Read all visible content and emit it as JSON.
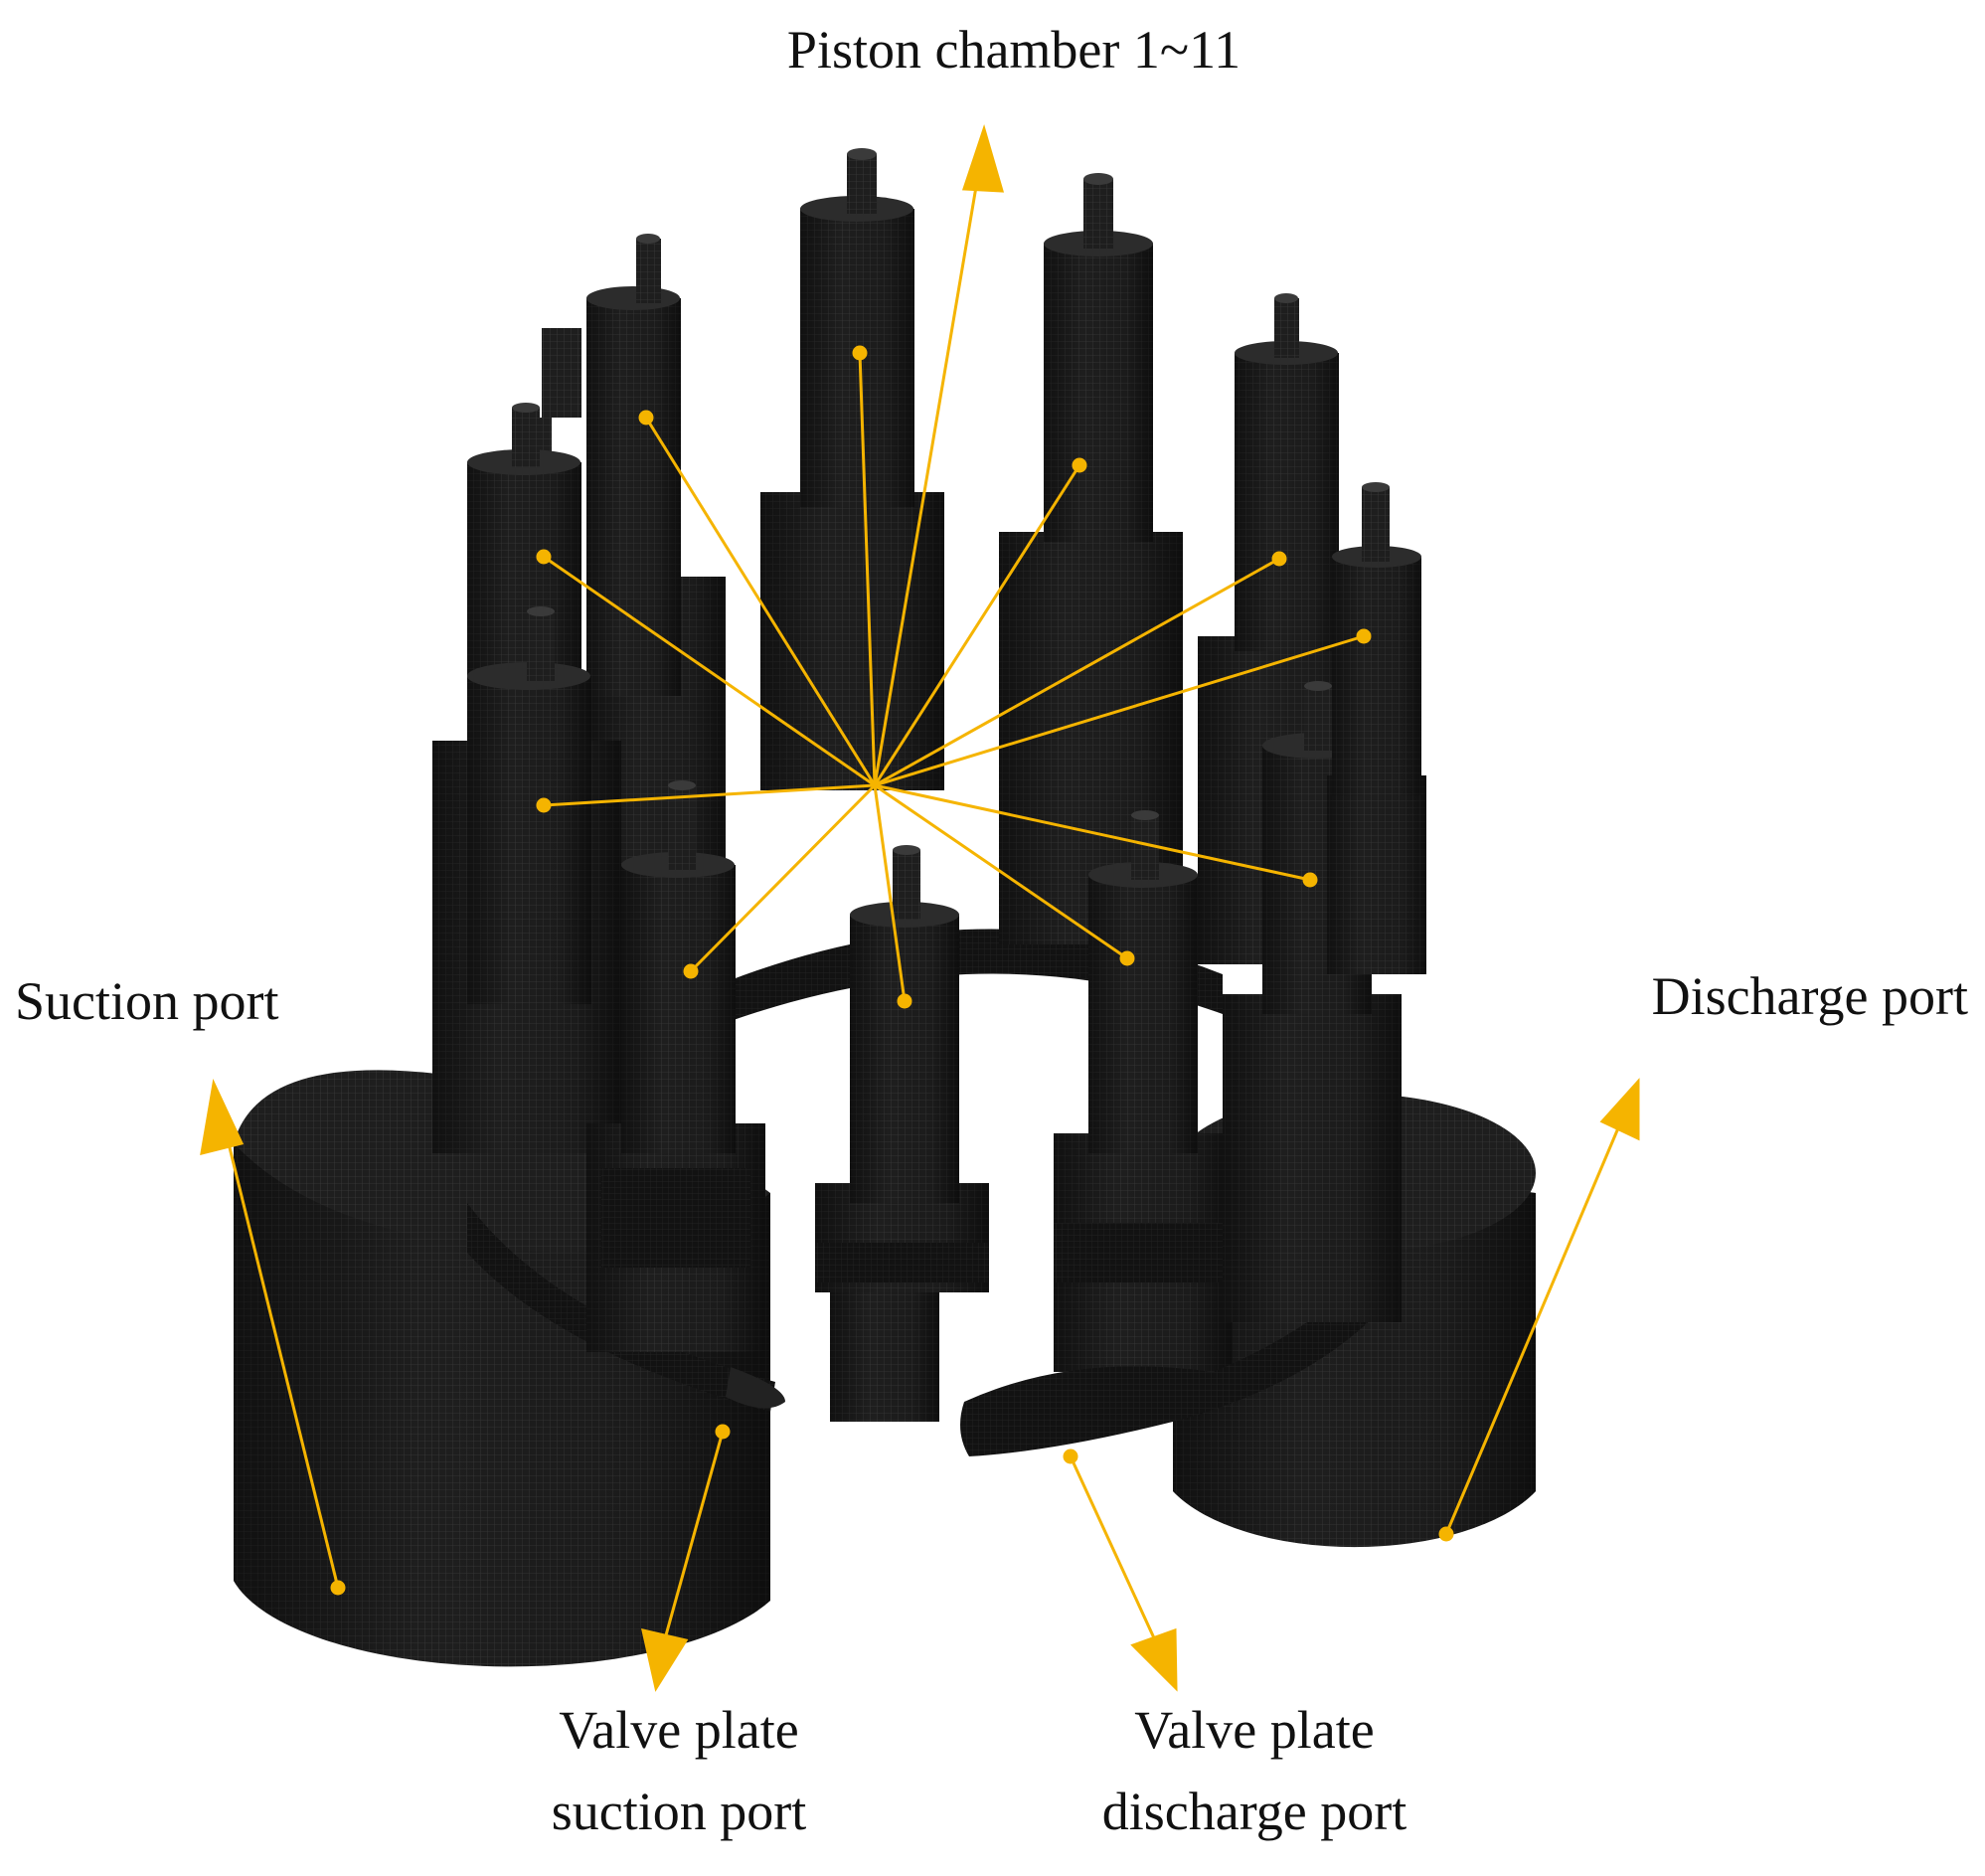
{
  "labels": {
    "piston_chamber": "Piston chamber 1~11",
    "suction_port": "Suction port",
    "discharge_port": "Discharge port",
    "valve_plate_suction_line1": "Valve plate",
    "valve_plate_suction_line2": "suction port",
    "valve_plate_discharge_line1": "Valve plate",
    "valve_plate_discharge_line2": "discharge port"
  },
  "colors": {
    "leader": "#f5b400",
    "mesh_body": "#1e1e1e",
    "mesh_dark": "#0f0f0f",
    "mesh_light": "#333333",
    "background": "#ffffff"
  }
}
